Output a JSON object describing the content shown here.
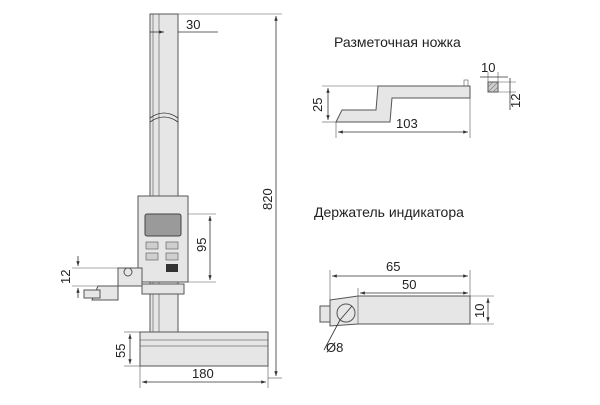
{
  "captions": {
    "scriber": "Разметочная ножка",
    "indicator_holder": "Держатель индикатора"
  },
  "gauge_dims": {
    "column_width": "30",
    "total_height": "820",
    "slider_height": "95",
    "clamp": "12",
    "base_height": "55",
    "base_width": "180"
  },
  "scriber_dims": {
    "length": "103",
    "height": "25",
    "tip_width": "10",
    "tip_height": "12"
  },
  "holder_dims": {
    "total_length": "65",
    "arm_length": "50",
    "thickness": "10",
    "bore": "Ø8"
  },
  "colors": {
    "part_fill": "#e6e6e6",
    "outline": "#555555",
    "text": "#222222"
  }
}
